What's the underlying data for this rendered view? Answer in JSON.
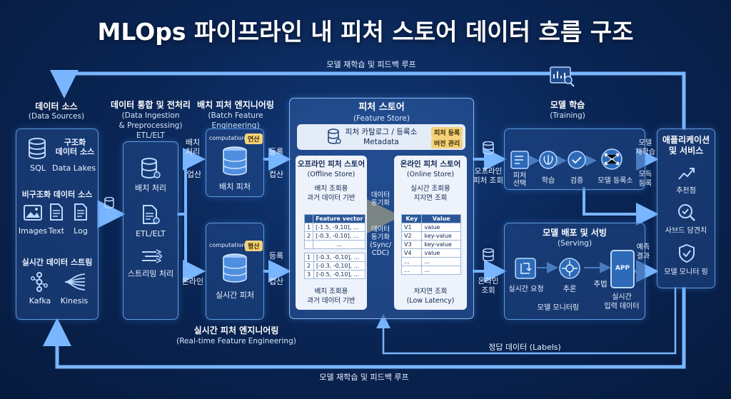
{
  "title": "MLOps 파이프라인 내 피처 스토어 데이터 흐름 구조",
  "loop_label_top": "모델 재학습 및 피드백 루프",
  "loop_label_bottom": "모델 재학습 및 피드백 루프",
  "labels_feedback": "정답 데이터 (Labels)",
  "data_sources": {
    "title": "데이터 소스",
    "subtitle": "(Data Sources)",
    "structured": "구조화\n데이터 소스",
    "sql": "SQL",
    "data_lakes": "Data Lakes",
    "unstructured": "비구조화 데이터 소스",
    "images": "Images",
    "text": "Text",
    "log": "Log",
    "streaming": "실시간 데이터 스트림",
    "kafka": "Kafka",
    "kinesis": "Kinesis"
  },
  "ingestion": {
    "title": "데이터 통합 및 전처리",
    "subtitle": "(Data Ingestion\n& Preprocessing)\nETL/ELT",
    "batch": "배치 처리",
    "etl": "ETL/ELT",
    "stream": "스트리밍 처리"
  },
  "batch_eng": {
    "title": "배치 피처 엔지니어링",
    "subtitle": "(Batch Feature\nEngineering)",
    "computation": "computation",
    "op": "연산",
    "name": "배치 피처",
    "in_label": "배치\n처리",
    "in_label2": "업산",
    "out_label": "등록",
    "out_label2": "컵산"
  },
  "rt_eng": {
    "title": "실시간 피처 엔지니어링",
    "subtitle": "(Real-time Feature Engineering)",
    "computation": "computation",
    "op": "평산",
    "name": "실시간 피처",
    "in_label": "온라인",
    "out_label": "등록",
    "out_label2": "컵산"
  },
  "feature_store": {
    "title": "피처 스토어",
    "subtitle": "(Feature Store)",
    "catalog": "피처 카탈로그 / 등록소",
    "metadata": "Metadata",
    "badge1": "피처 등록",
    "badge2": "버전 관리",
    "sync": "데이터\n동기화",
    "sync2": "데이터\n동기화\n(Sync/\nCDC)",
    "offline": {
      "title": "오프라인 피처 스토어",
      "subtitle": "(Offline Store)",
      "desc": "배치 조회용\n과거 데이터 기반",
      "footer": "배치 조회용\n과거 데이터 기반",
      "header": "Feature vector",
      "rows1": [
        [
          "1",
          "[-1.5, -9,10], ..."
        ],
        [
          "2",
          "[-0.3, -0,10], ..."
        ],
        [
          "",
          "..."
        ]
      ],
      "rows2": [
        [
          "1",
          "[-0.3, -0,10], ..."
        ],
        [
          "2",
          "[-0.3, -0,10], ..."
        ],
        [
          "3",
          "[-0.5, -0,10], ..."
        ]
      ]
    },
    "online": {
      "title": "온라인 피처 스토어",
      "subtitle": "(Online Store)",
      "desc": "실시간 조회용\n지지연 조회",
      "footer": "저지연 조회\n(Low Latency)",
      "headers": [
        "Key",
        "Value"
      ],
      "rows": [
        [
          "V1",
          "value"
        ],
        [
          "V2",
          "key-value"
        ],
        [
          "V3",
          "key-value"
        ],
        [
          "V4",
          "value"
        ],
        [
          "...",
          "..."
        ],
        [
          "...",
          "..."
        ]
      ]
    }
  },
  "training": {
    "title": "모델 학습",
    "subtitle": "(Training)",
    "step1": "피처\n선택",
    "step2": "학습",
    "step3": "검증",
    "step4": "모델 등록소",
    "in_label": "오프라인\n피처 조회",
    "out_label": "모델\n재학습",
    "out_label2": "모득\n등록"
  },
  "serving": {
    "title": "모델 배포 및 서빙",
    "subtitle": "(Serving)",
    "realtime_req": "실시간 요청",
    "inference": "추론",
    "monitoring": "모델 모니터링",
    "in_label": "온라인\n조회",
    "push": "추법",
    "app": "APP",
    "input": "실시간\n입력 데이터",
    "predict": "예측\n결과"
  },
  "apps": {
    "title": "애플리케이션\n및 서비스",
    "rec": "추천점",
    "fraud": "사브드 담견치",
    "monitor": "모델 모니터 링"
  },
  "colors": {
    "accent": "#7fb8ff",
    "badge": "#f4d27a",
    "arrow": "#6fb0ff"
  }
}
